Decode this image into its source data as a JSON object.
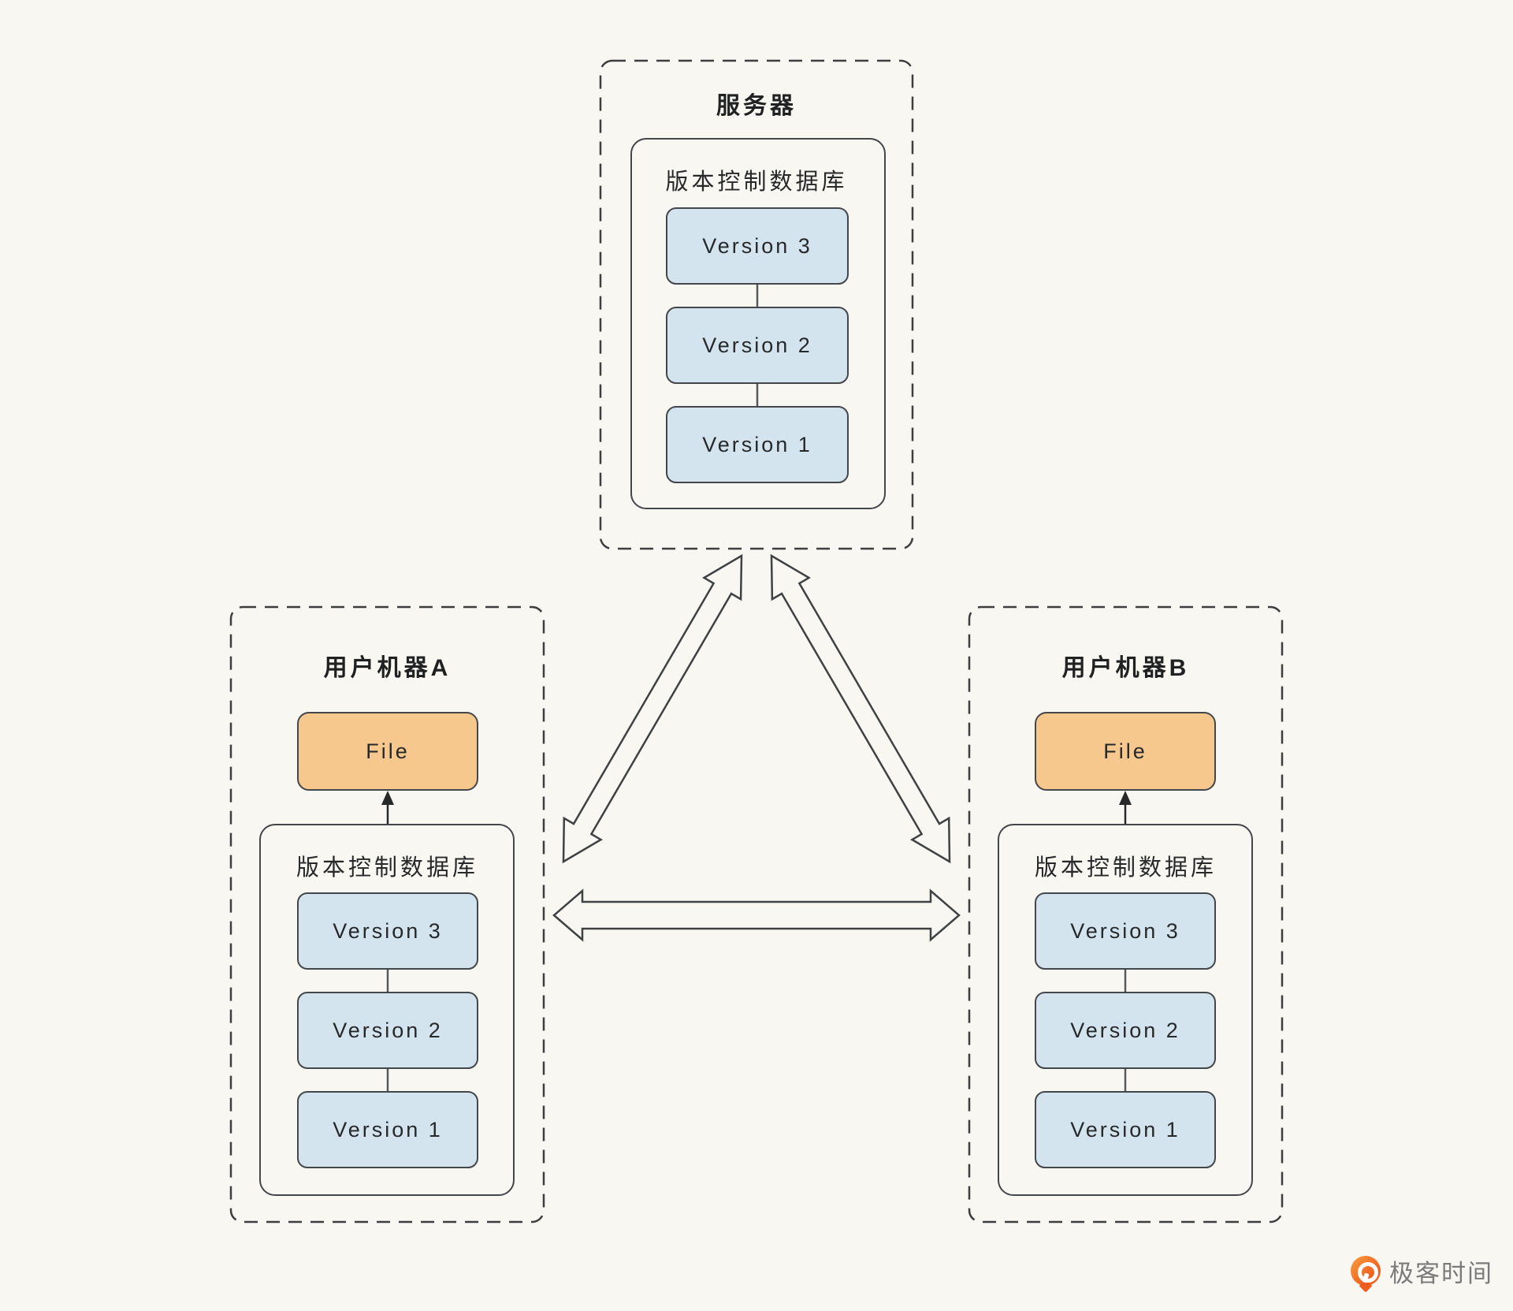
{
  "colors": {
    "background": "#f9f7f1",
    "version_box_fill": "#d4e4ee",
    "file_box_fill": "#f6c88e",
    "box_outline": "#43464a",
    "dashed_outline": "#3c3e40",
    "logo_orange": "#f0601f",
    "logo_text_gray": "#7b7b7b"
  },
  "server": {
    "title": "服务器",
    "database_label": "版本控制数据库",
    "versions": [
      "Version 3",
      "Version 2",
      "Version 1"
    ]
  },
  "machine_a": {
    "title": "用户机器A",
    "file_label": "File",
    "database_label": "版本控制数据库",
    "versions": [
      "Version 3",
      "Version 2",
      "Version 1"
    ]
  },
  "machine_b": {
    "title": "用户机器B",
    "file_label": "File",
    "database_label": "版本控制数据库",
    "versions": [
      "Version 3",
      "Version 2",
      "Version 1"
    ]
  },
  "logo": {
    "text": "极客时间"
  }
}
